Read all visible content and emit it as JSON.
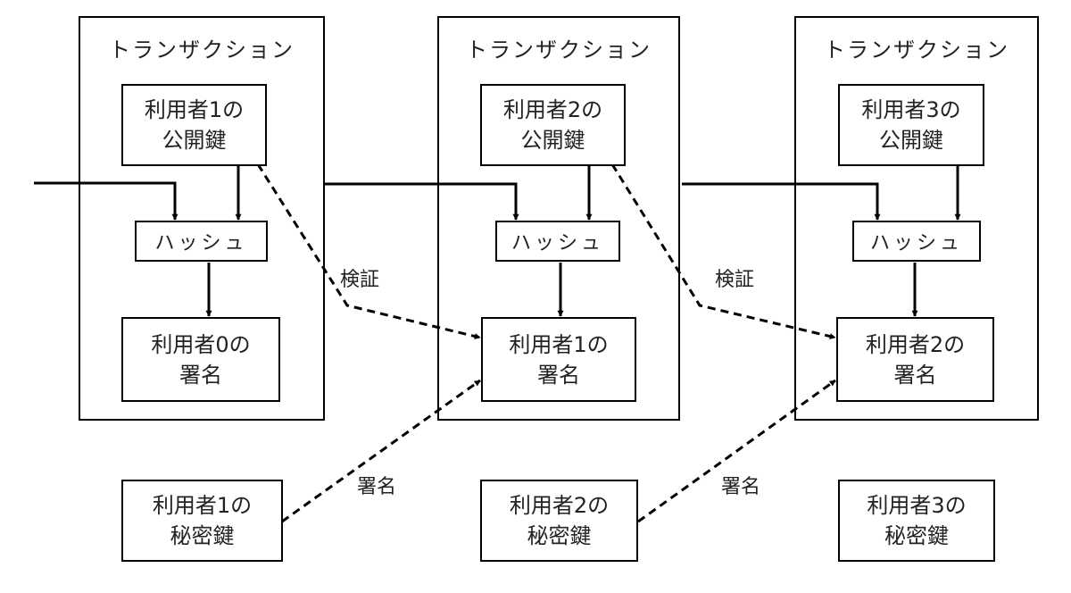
{
  "transactions": [
    {
      "title": "トランザクション",
      "public_key": [
        "利用者1の",
        "公開鍵"
      ],
      "hash": "ハッシュ",
      "signature": [
        "利用者0の",
        "署名"
      ]
    },
    {
      "title": "トランザクション",
      "public_key": [
        "利用者2の",
        "公開鍵"
      ],
      "hash": "ハッシュ",
      "signature": [
        "利用者1の",
        "署名"
      ]
    },
    {
      "title": "トランザクション",
      "public_key": [
        "利用者3の",
        "公開鍵"
      ],
      "hash": "ハッシュ",
      "signature": [
        "利用者2の",
        "署名"
      ]
    }
  ],
  "private_keys": [
    [
      "利用者1の",
      "秘密鍵"
    ],
    [
      "利用者2の",
      "秘密鍵"
    ],
    [
      "利用者3の",
      "秘密鍵"
    ]
  ],
  "edge_labels": {
    "verify_1": "検証",
    "verify_2": "検証",
    "sign_1": "署名",
    "sign_2": "署名"
  }
}
